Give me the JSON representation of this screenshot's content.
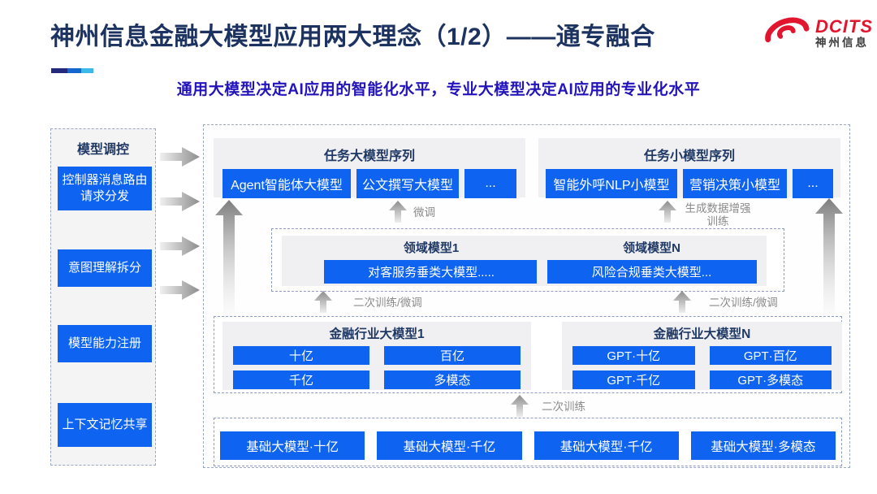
{
  "slide": {
    "title": "神州信息金融大模型应用两大理念（1/2）——通专融合",
    "subtitle": "通用大模型决定AI应用的智能化水平，专业大模型决定AI应用的专业化水平"
  },
  "logo": {
    "brand": "DCITS",
    "brand_cn": "神州信息"
  },
  "sidebar": {
    "title": "模型调控",
    "items": [
      "控制器消息路由请求分发",
      "意图理解拆分",
      "模型能力注册",
      "上下文记忆共享"
    ]
  },
  "task_large": {
    "title": "任务大模型序列",
    "items": [
      "Agent智能体大模型",
      "公文撰写大模型",
      "..."
    ]
  },
  "task_small": {
    "title": "任务小模型序列",
    "items": [
      "智能外呼NLP小模型",
      "营销决策小模型",
      "..."
    ]
  },
  "labels": {
    "finetune": "微调",
    "augment": "生成数据增强训练",
    "retrain_finetune_left": "二次训练/微调",
    "retrain_finetune_right": "二次训练/微调",
    "retrain": "二次训练"
  },
  "domain_models": [
    {
      "title": "领域模型1",
      "model": "对客服务垂类大模型....."
    },
    {
      "title": "领域模型N",
      "model": "风险合规垂类大模型..."
    }
  ],
  "industry_models": [
    {
      "title": "金融行业大模型1",
      "items": [
        "十亿",
        "百亿",
        "千亿",
        "多模态"
      ]
    },
    {
      "title": "金融行业大模型N",
      "items": [
        "GPT·十亿",
        "GPT·百亿",
        "GPT·千亿",
        "GPT·多模态"
      ]
    }
  ],
  "base_models": [
    "基础大模型·十亿",
    "基础大模型·千亿",
    "基础大模型·千亿",
    "基础大模型·多模态"
  ],
  "colors": {
    "accent_blue": "#0e63f0",
    "navy": "#1f3864",
    "subtitle_blue": "#2213bb",
    "brand_red": "#e2152e",
    "label_gray": "#8a8a8a"
  }
}
